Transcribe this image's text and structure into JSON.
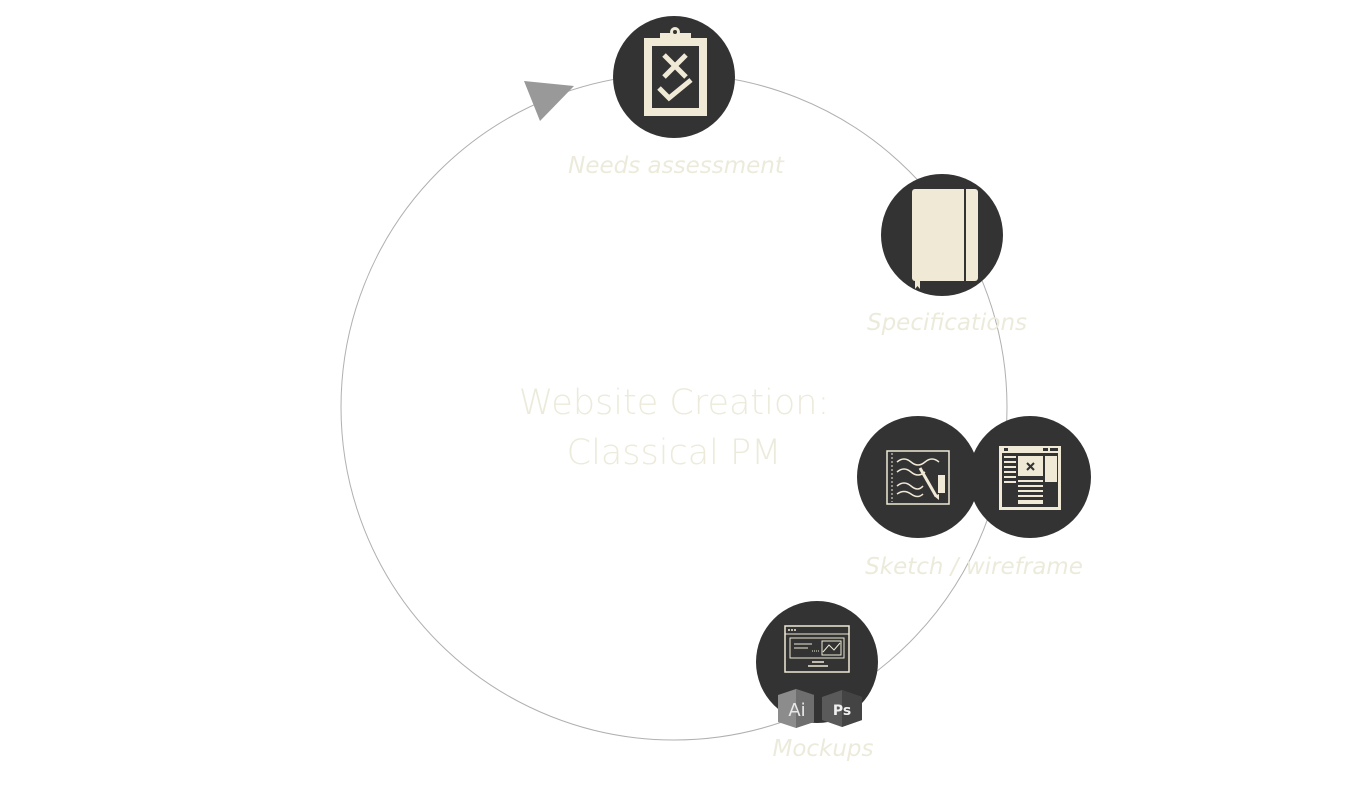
{
  "diagram": {
    "title_line1": "Website Creation:",
    "title_line2": "Classical PM",
    "colors": {
      "cycle_line": "#aaaaaa",
      "arrow": "#999999",
      "node_fill": "#333333",
      "icon_fill": "#efe9d6",
      "label_text": "#ecebdb"
    },
    "steps": [
      {
        "label": "Needs assessment",
        "icon": "clipboard-check-icon"
      },
      {
        "label": "Specifications",
        "icon": "notebook-icon"
      },
      {
        "label": "Sketch / wireframe",
        "icon": "sketch-pad-icon",
        "icon2": "wireframe-icon"
      },
      {
        "label": "Mockups",
        "icon": "monitor-mockup-icon",
        "badges": [
          "Ai",
          "Ps"
        ]
      }
    ]
  }
}
